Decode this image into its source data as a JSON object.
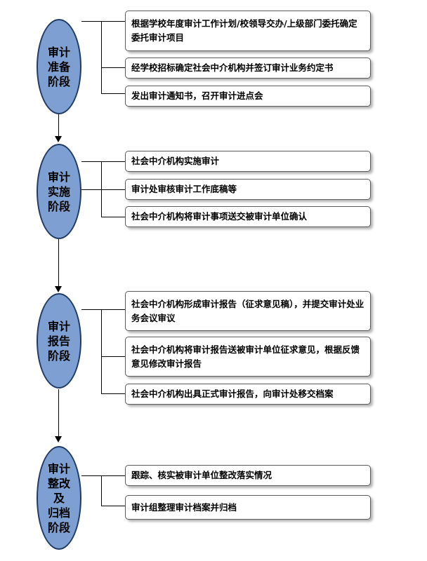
{
  "stages": [
    {
      "label_lines": [
        "审计",
        "准备",
        "阶段"
      ],
      "items": [
        "根据学校年度审计工作计划/校领导交办/上级部门委托确定委托审计项目",
        "经学校招标确定社会中介机构并签订审计业务约定书",
        "发出审计通知书，召开审计进点会"
      ]
    },
    {
      "label_lines": [
        "审计",
        "实施",
        "阶段"
      ],
      "items": [
        "社会中介机构实施审计",
        "审计处审核审计工作底稿等",
        "社会中介机构将审计事项送交被审计单位确认"
      ]
    },
    {
      "label_lines": [
        "审计",
        "报告",
        "阶段"
      ],
      "items": [
        "社会中介机构形成审计报告（征求意见稿），并提交审计处业务会议审议",
        "社会中介机构将审计报告送被审计单位征求意见，根据反馈意见修改审计报告",
        "社会中介机构出具正式审计报告，向审计处移交档案"
      ]
    },
    {
      "label_lines": [
        "审计",
        "整改",
        "及",
        "归档",
        "阶段"
      ],
      "items": [
        "跟踪、核实被审计单位整改落实情况",
        "审计组整理审计档案并归档"
      ]
    }
  ]
}
